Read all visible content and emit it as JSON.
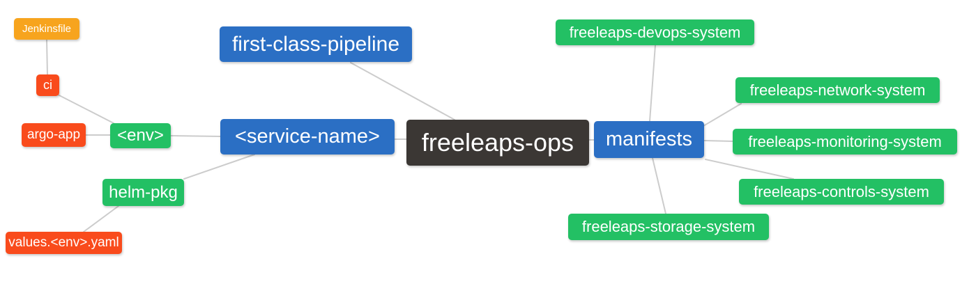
{
  "diagram": {
    "type": "mindmap",
    "root_label": "freeleaps-ops",
    "nodes": [
      {
        "id": "jenkinsfile",
        "label": "Jenkinsfile",
        "color": "orange"
      },
      {
        "id": "ci",
        "label": "ci",
        "color": "red"
      },
      {
        "id": "argo-app",
        "label": "argo-app",
        "color": "red"
      },
      {
        "id": "env",
        "label": "<env>",
        "color": "green"
      },
      {
        "id": "first-class-pipeline",
        "label": "first-class-pipeline",
        "color": "blue"
      },
      {
        "id": "service-name",
        "label": "<service-name>",
        "color": "blue"
      },
      {
        "id": "freeleaps-ops",
        "label": "freeleaps-ops",
        "color": "dark"
      },
      {
        "id": "manifests",
        "label": "manifests",
        "color": "blue"
      },
      {
        "id": "devops-system",
        "label": "freeleaps-devops-system",
        "color": "green"
      },
      {
        "id": "network-system",
        "label": "freeleaps-network-system",
        "color": "green"
      },
      {
        "id": "monitoring-system",
        "label": "freeleaps-monitoring-system",
        "color": "green"
      },
      {
        "id": "controls-system",
        "label": "freeleaps-controls-system",
        "color": "green"
      },
      {
        "id": "storage-system",
        "label": "freeleaps-storage-system",
        "color": "green"
      },
      {
        "id": "helm-pkg",
        "label": "helm-pkg",
        "color": "green"
      },
      {
        "id": "values-env-yaml",
        "label": "values.<env>.yaml",
        "color": "red"
      }
    ],
    "edges": [
      {
        "from": "jenkinsfile",
        "to": "ci"
      },
      {
        "from": "ci",
        "to": "env"
      },
      {
        "from": "argo-app",
        "to": "env"
      },
      {
        "from": "env",
        "to": "service-name"
      },
      {
        "from": "service-name",
        "to": "helm-pkg"
      },
      {
        "from": "helm-pkg",
        "to": "values-env-yaml"
      },
      {
        "from": "first-class-pipeline",
        "to": "freeleaps-ops"
      },
      {
        "from": "service-name",
        "to": "freeleaps-ops"
      },
      {
        "from": "freeleaps-ops",
        "to": "manifests"
      },
      {
        "from": "manifests",
        "to": "devops-system"
      },
      {
        "from": "manifests",
        "to": "network-system"
      },
      {
        "from": "manifests",
        "to": "monitoring-system"
      },
      {
        "from": "manifests",
        "to": "controls-system"
      },
      {
        "from": "manifests",
        "to": "storage-system"
      }
    ],
    "palette": {
      "orange": "#f7a41e",
      "red": "#f94b1c",
      "green": "#23c064",
      "blue": "#2b6fc4",
      "dark": "#3b3734",
      "edge_line": "#cccccc",
      "text": "#ffffff",
      "background": "#ffffff"
    }
  }
}
